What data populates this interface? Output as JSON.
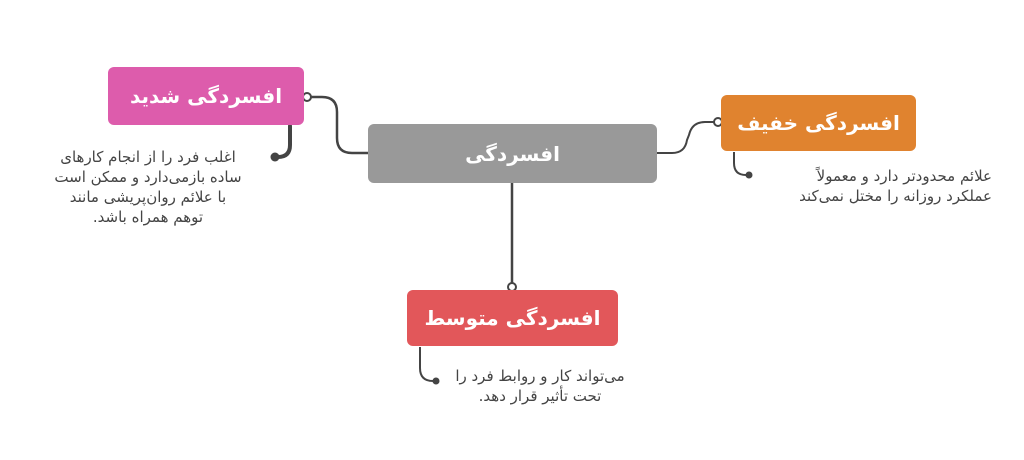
{
  "mindmap": {
    "center": {
      "label": "افسردگی",
      "color": "#999999"
    },
    "branches": [
      {
        "id": "severe",
        "label": "افسردگی شدید",
        "color": "#DD5CAC",
        "note": [
          "اغلب فرد را از انجام کارهای",
          "ساده بازمی‌دارد و ممکن است",
          "با علائم روان‌پریشی مانند",
          "توهم همراه باشد."
        ]
      },
      {
        "id": "mild",
        "label": "افسردگی خفیف",
        "color": "#E0832F",
        "note": [
          "علائم محدودتر دارد و معمولاً",
          "عملکرد روزانه را مختل نمی‌کند"
        ]
      },
      {
        "id": "moderate",
        "label": "افسردگی متوسط",
        "color": "#E2575A",
        "note": [
          "می‌تواند کار و روابط فرد را",
          "تحت تأثیر قرار دهد."
        ]
      }
    ],
    "connector_color": "#444444"
  }
}
